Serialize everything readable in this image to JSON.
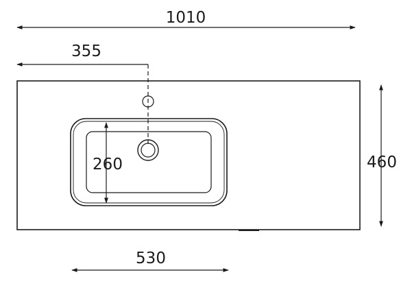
{
  "drawing": {
    "line_color": "#1a1a1a",
    "dimensions": {
      "overall_width": "1010",
      "tap_hole_offset": "355",
      "overall_depth": "460",
      "bowl_depth": "260",
      "bowl_width": "530"
    }
  }
}
